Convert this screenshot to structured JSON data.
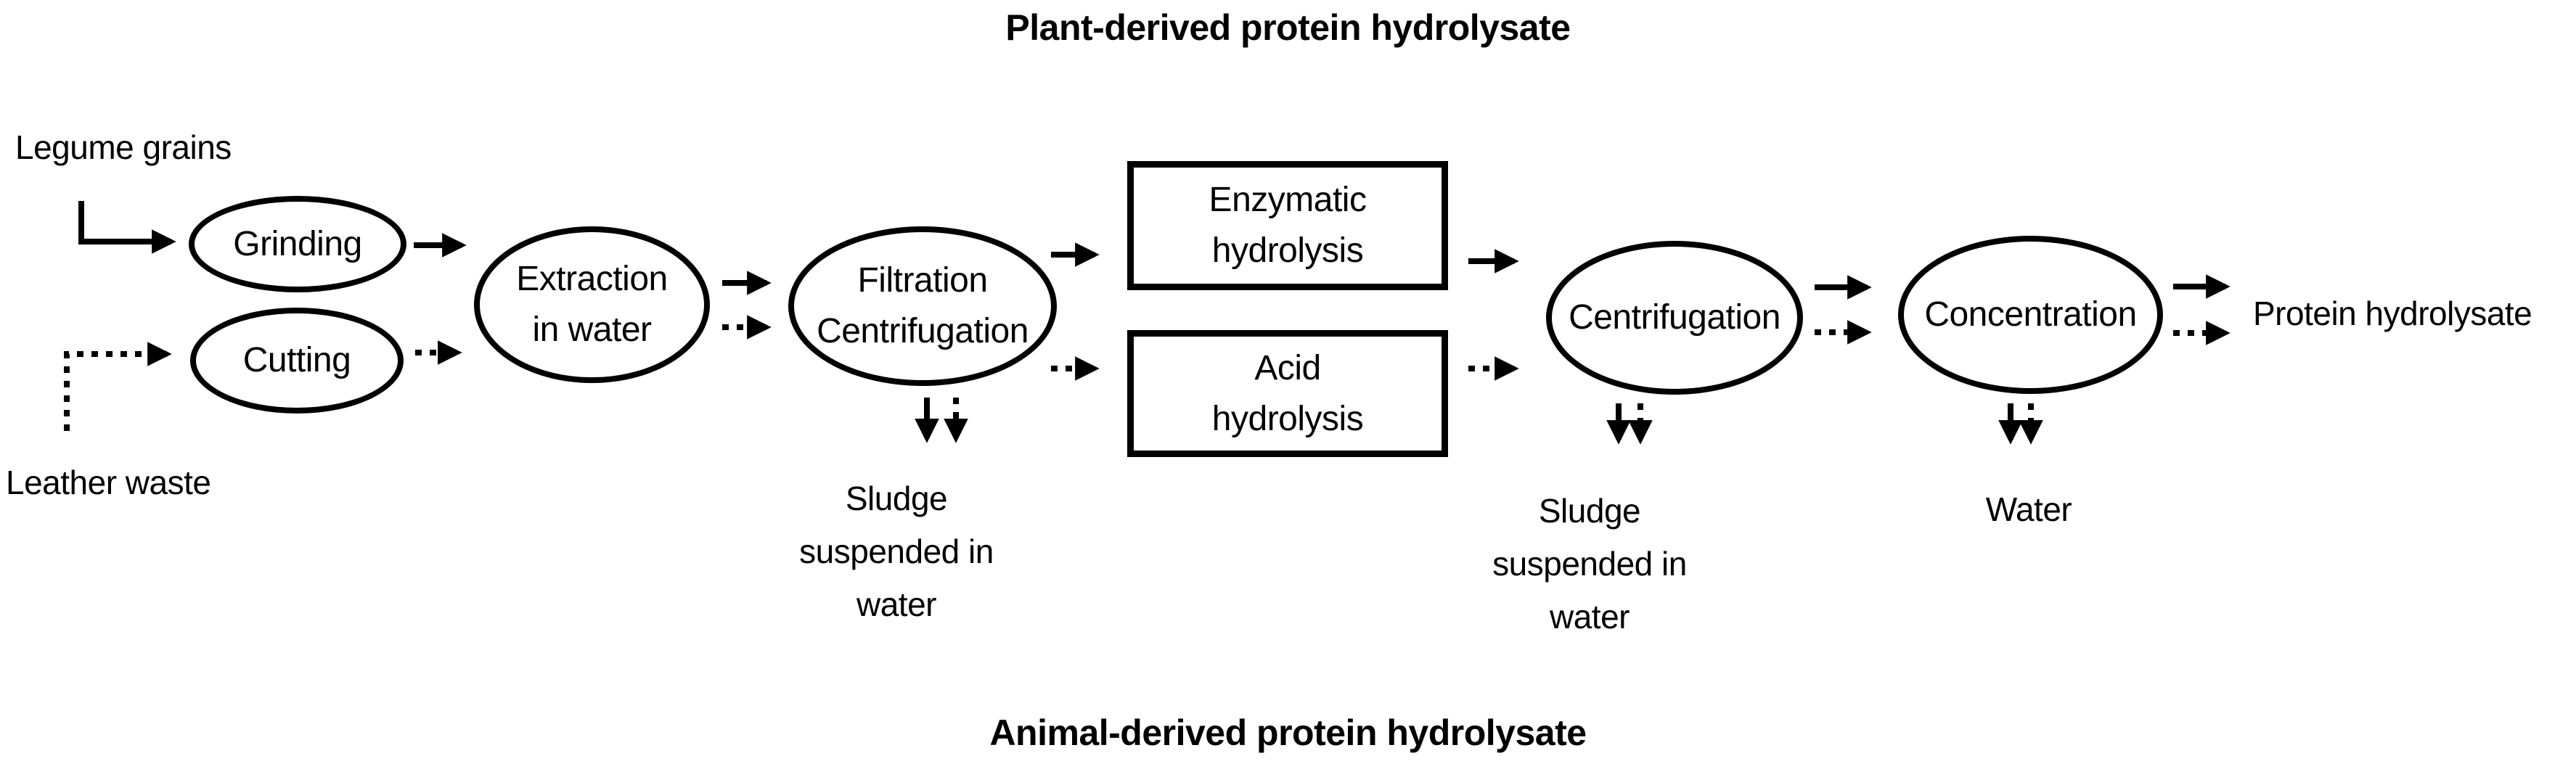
{
  "titles": {
    "top": "Plant-derived protein hydrolysate",
    "bottom": "Animal-derived protein hydrolysate"
  },
  "inputs": {
    "legume_grains": "Legume grains",
    "leather_waste": "Leather waste"
  },
  "nodes": {
    "grinding": {
      "label": "Grinding"
    },
    "cutting": {
      "label": "Cutting"
    },
    "extraction": {
      "line1": "Extraction",
      "line2": "in water"
    },
    "filtration": {
      "line1": "Filtration",
      "line2": "Centrifugation"
    },
    "enzymatic": {
      "line1": "Enzymatic",
      "line2": "hydrolysis"
    },
    "acid": {
      "line1": "Acid",
      "line2": "hydrolysis"
    },
    "centrifugation": {
      "label": "Centrifugation"
    },
    "concentration": {
      "label": "Concentration"
    }
  },
  "outputs": {
    "sludge_filtration": {
      "line1": "Sludge",
      "line2": "suspended in",
      "line3": "water"
    },
    "sludge_centrifugation": {
      "line1": "Sludge",
      "line2": "suspended in",
      "line3": "water"
    },
    "water": "Water",
    "protein_hydrolysate": "Protein hydrolysate"
  },
  "colors": {
    "ink": "#000000",
    "background": "#ffffff"
  }
}
